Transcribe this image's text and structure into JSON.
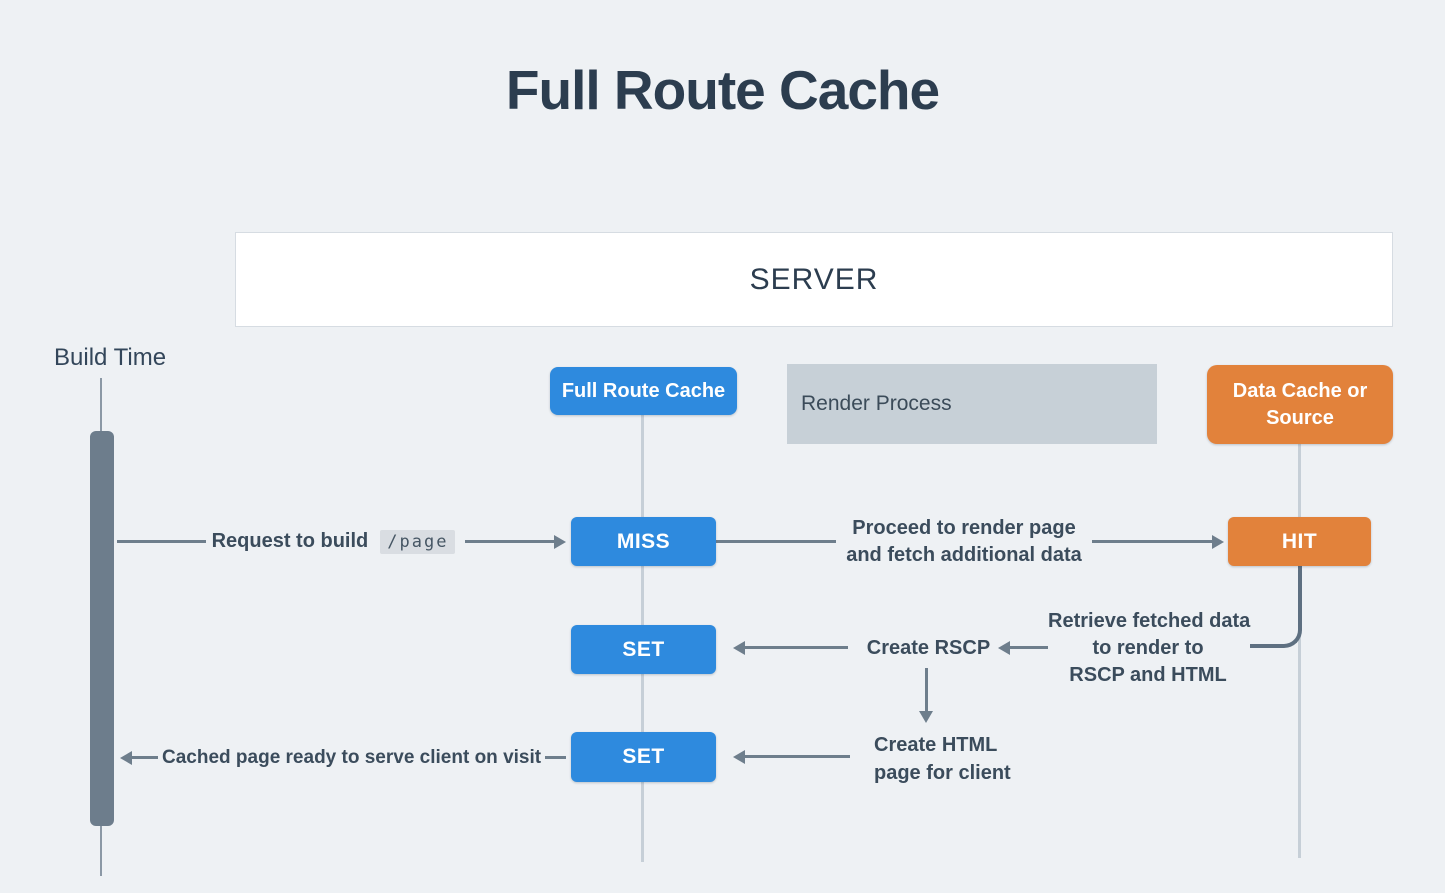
{
  "page": {
    "title": "Full Route Cache"
  },
  "server": {
    "label": "SERVER"
  },
  "timeline": {
    "label": "Build Time"
  },
  "lanes": {
    "full_route_cache": {
      "label": "Full Route Cache",
      "color": "#2e8ade"
    },
    "render_process": {
      "label": "Render Process",
      "color": "#c7d0d7"
    },
    "data_cache": {
      "label": "Data Cache or Source",
      "color": "#e2823b"
    }
  },
  "nodes": {
    "miss": {
      "label": "MISS",
      "color": "#2e8ade"
    },
    "hit": {
      "label": "HIT",
      "color": "#e2823b"
    },
    "set_rscp": {
      "label": "SET",
      "color": "#2e8ade"
    },
    "set_html": {
      "label": "SET",
      "color": "#2e8ade"
    }
  },
  "flows": {
    "request_to_build": {
      "label": "Request to build",
      "code": "/page"
    },
    "proceed_render": {
      "line1": "Proceed to render page",
      "line2": "and fetch additional data"
    },
    "retrieve_fetched": {
      "line1": "Retrieve fetched data",
      "line2": "to render to",
      "line3": "RSCP and HTML"
    },
    "create_rscp": {
      "label": "Create RSCP"
    },
    "create_html": {
      "line1": "Create HTML",
      "line2": "page for client"
    },
    "cached_ready": {
      "label": "Cached page ready to serve client on visit"
    }
  },
  "colors": {
    "background": "#eef1f4",
    "accent_blue": "#2e8ade",
    "accent_orange": "#e2823b",
    "arrow_gray": "#6e7e8c",
    "timeline_gray": "#6d7d8c",
    "lifeline_gray": "#c6cfd7",
    "text_dark": "#2c3d4f"
  }
}
